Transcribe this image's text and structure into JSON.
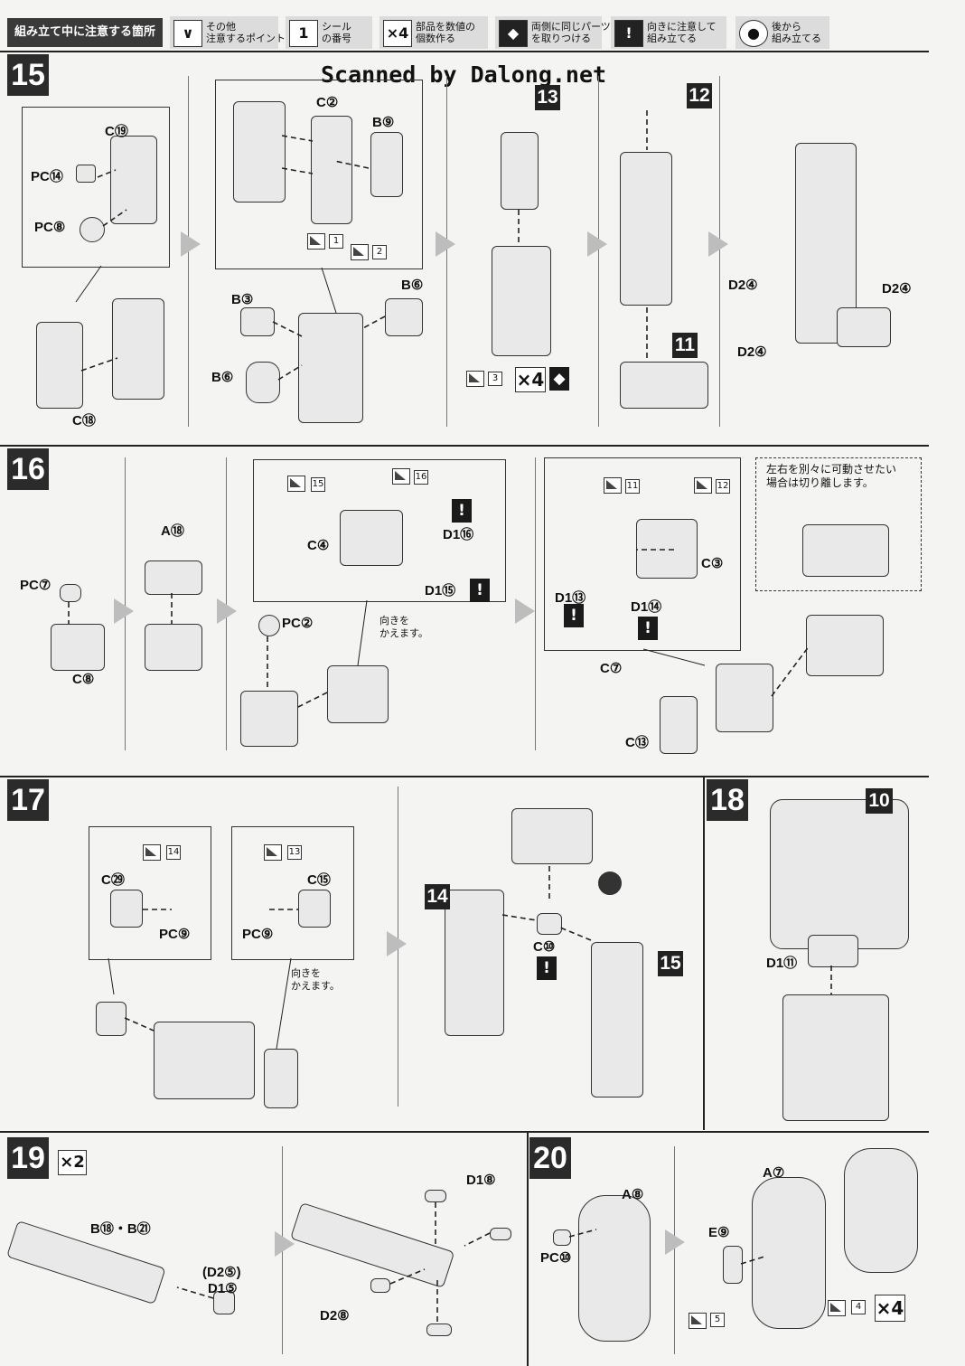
{
  "legend": {
    "title": "組み立て中に注意する箇所",
    "items": [
      {
        "symbol": "∨",
        "text": "その他\n注意するポイント"
      },
      {
        "symbol": "1",
        "text": "シール\nの番号"
      },
      {
        "symbol": "×4",
        "text": "部品を数値の\n個数作る"
      },
      {
        "symbol": "◆",
        "text": "両側に同じパーツ\nを取りつける"
      },
      {
        "symbol": "!",
        "text": "向きに注意して\n組み立てる"
      },
      {
        "symbol": "●",
        "text": "後から\n組み立てる"
      }
    ]
  },
  "watermark": "Scanned by Dalong.net",
  "steps": {
    "s15": {
      "num": "15",
      "labels": [
        "C⑲",
        "PC⑭",
        "PC⑧",
        "C⑱",
        "C②",
        "B⑨",
        "B③",
        "B⑥",
        "B⑥",
        "D2④",
        "D2④",
        "D2④"
      ],
      "tags": [
        "13",
        "12",
        "11"
      ],
      "seals": [
        "1",
        "2",
        "3"
      ],
      "mult": "×4"
    },
    "s16": {
      "num": "16",
      "labels": [
        "PC⑦",
        "C⑧",
        "A⑱",
        "PC②",
        "C④",
        "D1⑯",
        "D1⑮",
        "C③",
        "D1⑬",
        "D1⑭",
        "C⑦",
        "C⑬"
      ],
      "seals": [
        "15",
        "16",
        "11",
        "12"
      ],
      "note1": "向きを\nかえます。",
      "note2": "左右を別々に可動させたい\n場合は切り離します。"
    },
    "s17": {
      "num": "17",
      "labels": [
        "C㉙",
        "PC⑨",
        "C⑮",
        "PC⑨",
        "C⑩"
      ],
      "tags": [
        "14",
        "15"
      ],
      "seals": [
        "14",
        "13"
      ],
      "note": "向きを\nかえます。"
    },
    "s18": {
      "num": "18",
      "labels": [
        "D1⑪"
      ],
      "tags": [
        "10"
      ]
    },
    "s19": {
      "num": "19",
      "labels": [
        "B⑱・B㉑",
        "(D2⑤)",
        "D1⑤",
        "D1⑧",
        "D2⑧"
      ],
      "mult": "×2"
    },
    "s20": {
      "num": "20",
      "labels": [
        "A⑧",
        "PC⑩",
        "A⑦",
        "E⑨"
      ],
      "seals": [
        "5",
        "4"
      ],
      "mult": "×4"
    }
  },
  "colors": {
    "ink": "#111111",
    "step_bg": "#2b2b2b",
    "paper": "#f4f4f2",
    "arrow": "#bdbdbd"
  }
}
